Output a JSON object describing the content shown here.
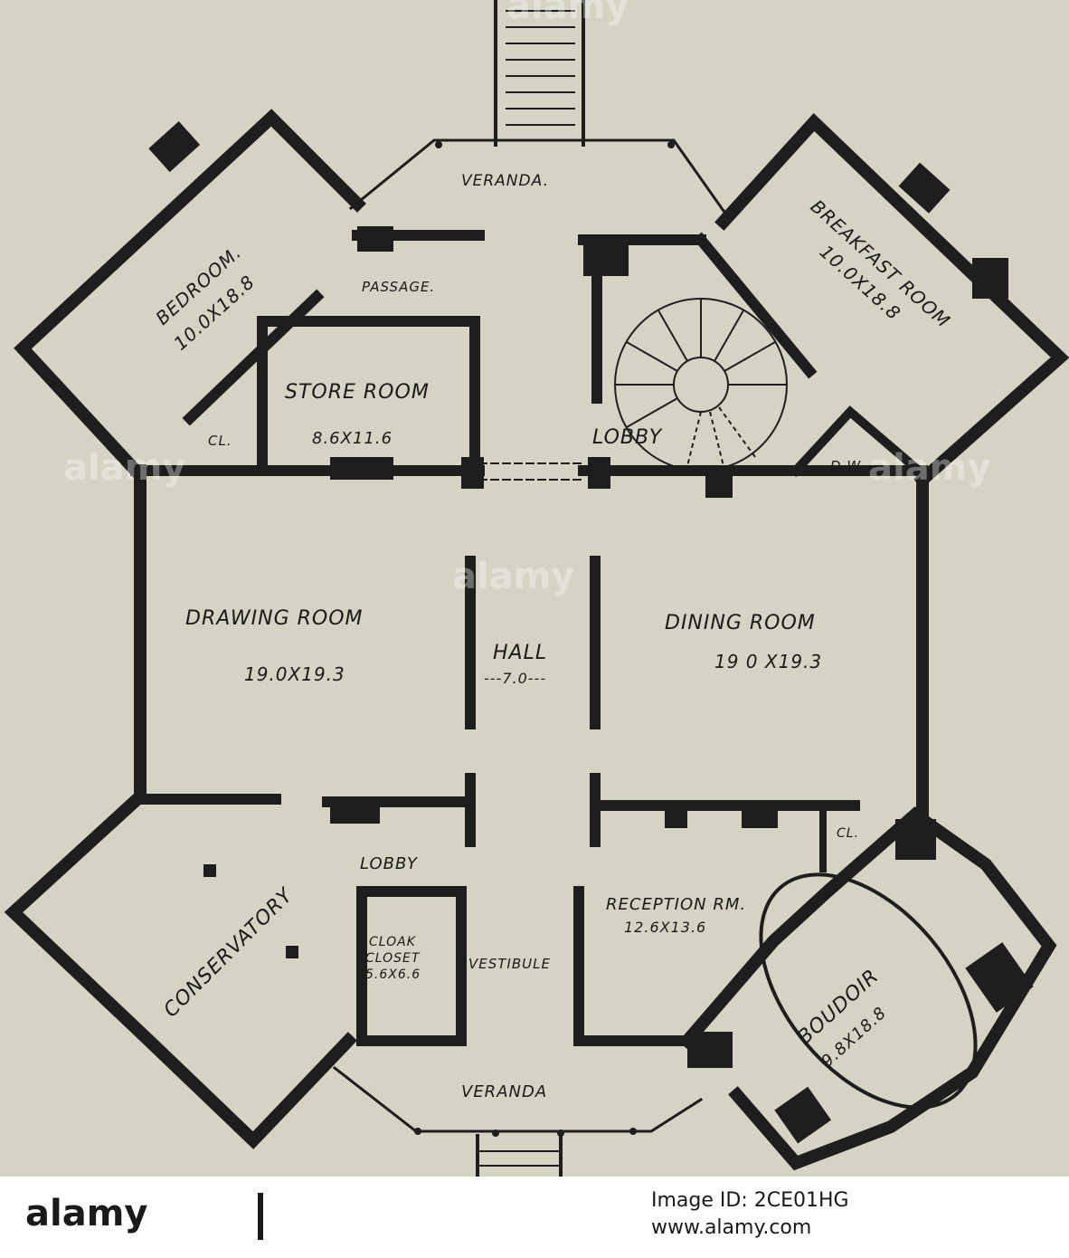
{
  "rooms": {
    "veranda_top": "VERANDA.",
    "passage": "PASSAGE.",
    "bedroom": "BEDROOM.",
    "bedroom_size": "10.0X18.8",
    "breakfast": "BREAKFAST ROOM",
    "breakfast_size": "10.0X18.8",
    "store_room": "STORE ROOM",
    "store_room_size": "8.6X11.6",
    "cl_top": "CL.",
    "lobby_top": "LOBBY",
    "dw": "D.W.",
    "drawing_room": "DRAWING ROOM",
    "drawing_room_size": "19.0X19.3",
    "hall": "HALL",
    "hall_width": "---7.0---",
    "dining_room": "DINING ROOM",
    "dining_room_size": "19 0 X19.3",
    "cl_right": "CL.",
    "lobby_bottom": "LOBBY",
    "conservatory": "CONSERVATORY",
    "reception": "RECEPTION RM.",
    "reception_size": "12.6X13.6",
    "cloak_1": "CLOAK",
    "cloak_2": "CLOSET",
    "cloak_size": "5.6X6.6",
    "vestibule": "VESTIBULE",
    "boudoir": "BOUDOIR",
    "boudoir_size": "9.8X18.8",
    "veranda_bottom": "VERANDA"
  },
  "watermark": "alamy",
  "footer": {
    "brand": "alamy",
    "image_id": "Image ID: 2CE01HG",
    "url": "www.alamy.com"
  },
  "colors": {
    "paper": "#d5d3c3",
    "ink": "#1e1e1e",
    "footer_bg": "#ffffff"
  }
}
